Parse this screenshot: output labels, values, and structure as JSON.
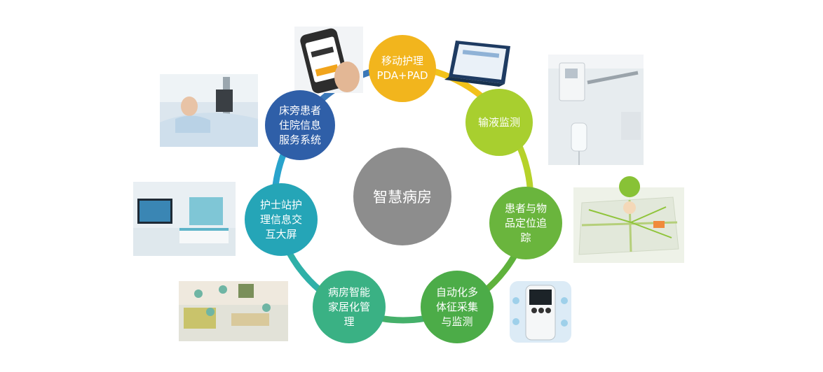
{
  "center": {
    "label": "智慧病房"
  },
  "nodes": [
    {
      "id": "mobile-nursing",
      "label": "移动护理\nPDA+PAD",
      "color": "#f2b51d",
      "photo": "handheld-pda-and-tablet"
    },
    {
      "id": "infusion",
      "label": "输液监测",
      "color": "#a8cf2f",
      "photo": "iv-drip-monitor"
    },
    {
      "id": "tracking",
      "label": "患者与物\n品定位追\n踪",
      "color": "#6ab53d",
      "photo": "location-map-with-patient-pin"
    },
    {
      "id": "vitals",
      "label": "自动化多\n体征采集\n与监测",
      "color": "#4cac48",
      "photo": "vital-signs-device"
    },
    {
      "id": "smart-home",
      "label": "病房智能\n家居化管\n理",
      "color": "#3ab184",
      "photo": "smart-ward-room"
    },
    {
      "id": "nurse-screen",
      "label": "护士站护\n理信息交\n互大屏",
      "color": "#25a5b7",
      "photo": "nurse-station-screen"
    },
    {
      "id": "bedside",
      "label": "床旁患者\n住院信息\n服务系统",
      "color": "#2f5fa8",
      "photo": "patient-in-bed"
    }
  ],
  "ring_colors": [
    "#f2b51d",
    "#a8cf2f",
    "#6ab53d",
    "#4cac48",
    "#3ab184",
    "#25a5b7",
    "#2f5fa8"
  ]
}
